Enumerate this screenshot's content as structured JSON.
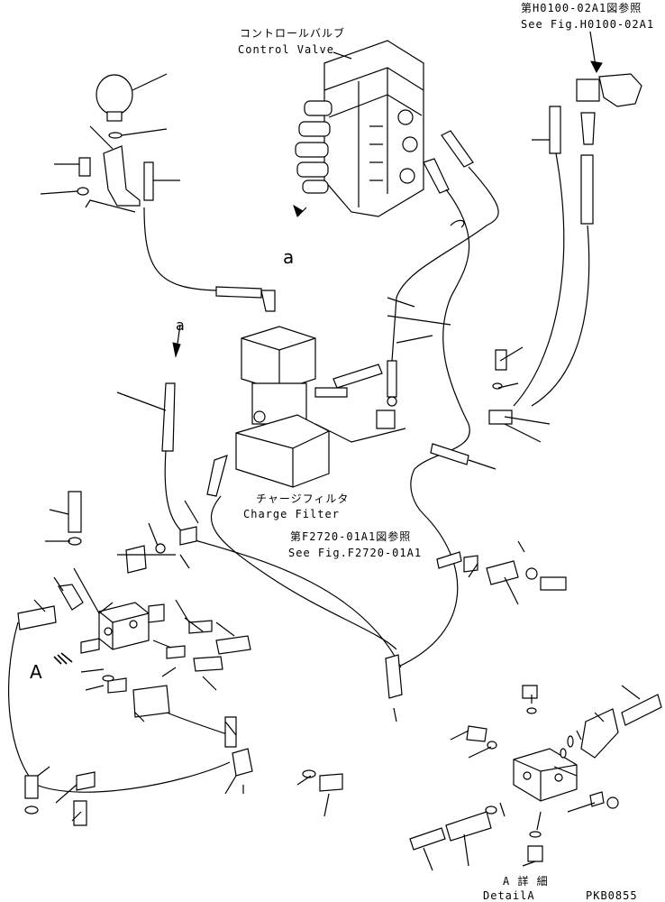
{
  "labels": {
    "control_valve_jp": "コントロールバルブ",
    "control_valve_en": "Control Valve",
    "ref_top_jp": "第H0100-02A1図参照",
    "ref_top_en": "See Fig.H0100-02A1",
    "charge_filter_jp": "チャージフィルタ",
    "charge_filter_en": "Charge Filter",
    "ref_mid_jp": "第F2720-01A1図参照",
    "ref_mid_en": "See Fig.F2720-01A1",
    "marker_a_1": "a",
    "marker_a_2": "a",
    "marker_A": "A",
    "detail_jp": "A 詳 細",
    "detail_en": "DetailA",
    "drawing_code": "PKB0855"
  }
}
